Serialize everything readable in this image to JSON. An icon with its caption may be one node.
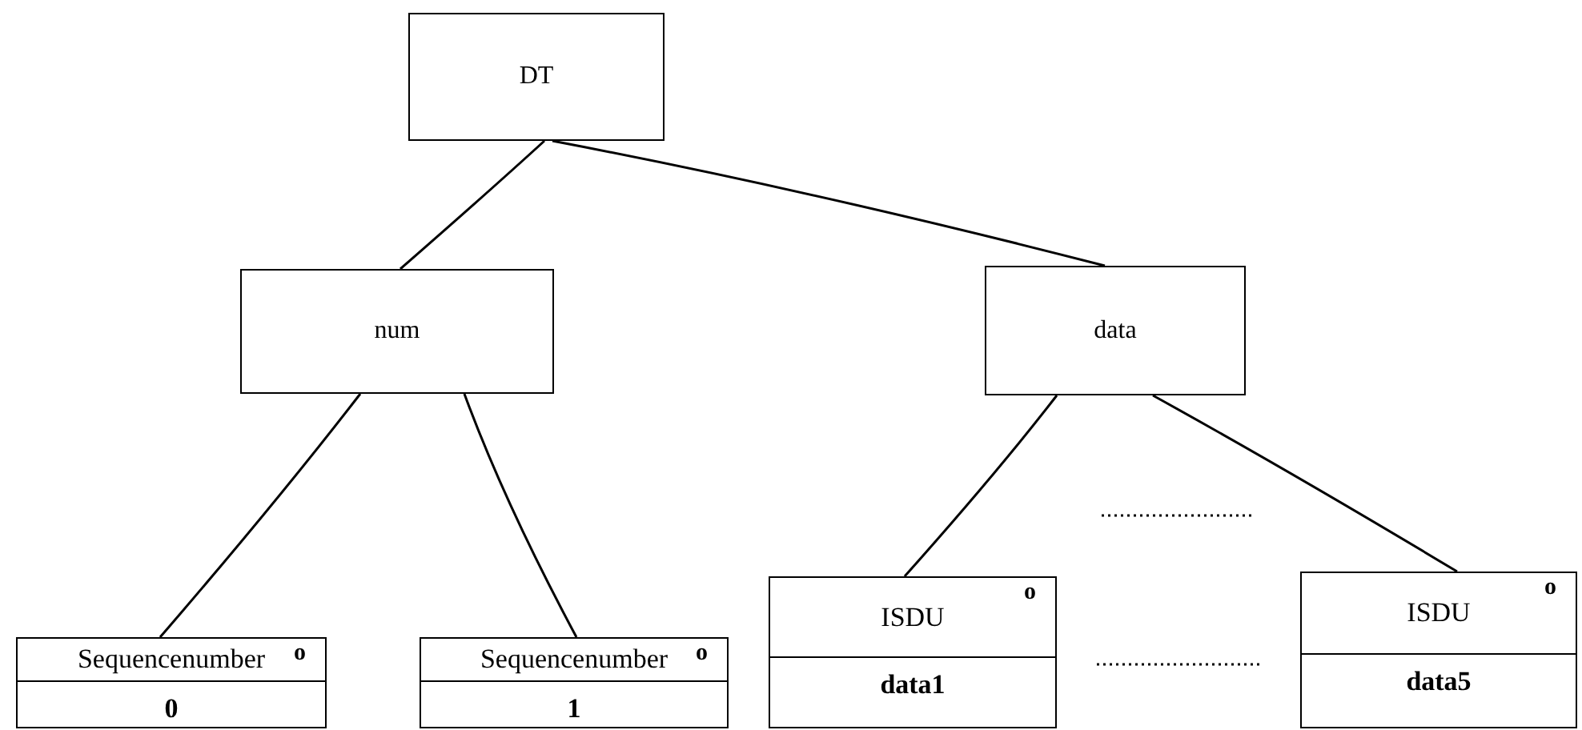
{
  "diagram": {
    "nodes": [
      {
        "text": [
          "DT"
        ]
      },
      {
        "text": [
          "num"
        ]
      },
      {
        "text": [
          "data"
        ]
      },
      {
        "text": [
          "Sequencenumber",
          "o",
          "0"
        ]
      },
      {
        "text": [
          "Sequencenumber",
          "o",
          "1"
        ]
      },
      {
        "text": [
          "ISDU",
          "o",
          "data1"
        ]
      },
      {
        "text": [
          "ISDU",
          "o",
          "data5"
        ]
      }
    ],
    "edges": [
      {
        "from": 0,
        "to": 1,
        "arrow": "none"
      },
      {
        "from": 0,
        "to": 2,
        "arrow": "none"
      },
      {
        "from": 1,
        "to": 3,
        "arrow": "none"
      },
      {
        "from": 1,
        "to": 4,
        "arrow": "none"
      },
      {
        "from": 2,
        "to": 5,
        "arrow": "none"
      },
      {
        "from": 2,
        "to": 6,
        "arrow": "none"
      }
    ]
  }
}
